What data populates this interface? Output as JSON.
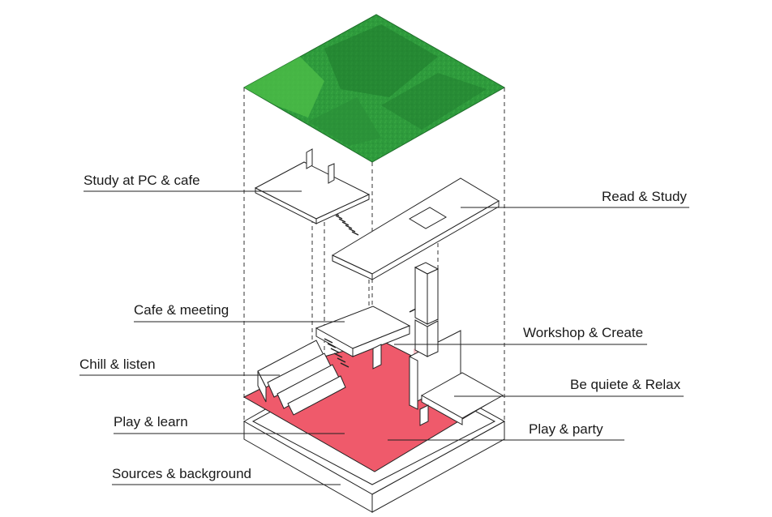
{
  "diagram": {
    "labels_left": {
      "study_pc_cafe": "Study at PC & cafe",
      "cafe_meeting": "Cafe & meeting",
      "chill_listen": "Chill & listen",
      "play_learn": "Play & learn",
      "sources_background": "Sources & background"
    },
    "labels_right": {
      "read_study": "Read & Study",
      "workshop_create": "Workshop & Create",
      "be_quiete_relax": "Be quiete & Relax",
      "play_party": "Play & party"
    },
    "colors": {
      "roof_green": "#2e9a3c",
      "roof_green_dark": "#1f7a2c",
      "roof_green_light": "#4fbf48",
      "floor_red": "#ef5a6b",
      "floor_red_light": "#f7b0b9",
      "line": "#222222"
    }
  }
}
